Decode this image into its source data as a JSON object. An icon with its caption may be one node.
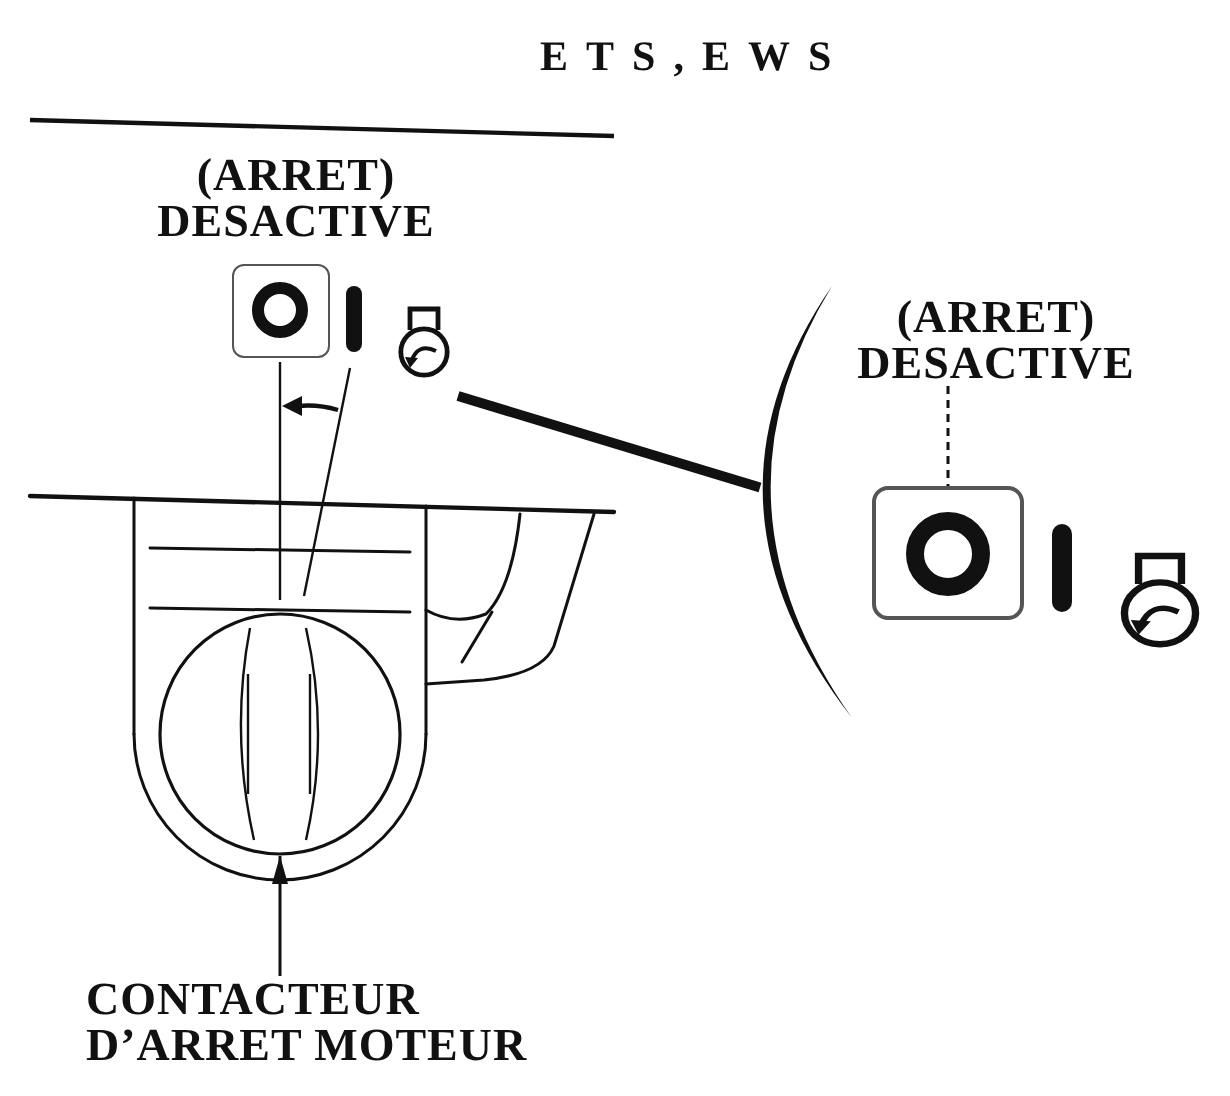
{
  "diagram": {
    "title": "ETS,EWS",
    "nodes": [
      {
        "text": [],
        "shape": "box"
      },
      {
        "text": [],
        "shape": "arc"
      },
      {
        "text": [
          "(ARRET) DESACTIVE"
        ]
      },
      {
        "text": [],
        "shape": "box"
      },
      {
        "text": [],
        "shape": "circle"
      },
      {
        "text": [
          "CONTACTEUR D’ARRET MOTEUR"
        ]
      }
    ],
    "edges": [
      {
        "from": null,
        "to": 1,
        "arrow": "none",
        "style": "thick"
      },
      {
        "from": 2,
        "to": 3,
        "arrow": "none",
        "style": "dashed"
      },
      {
        "from": 5,
        "to": 4,
        "arrow": "to"
      }
    ],
    "labels": [
      "(ARRET) DESACTIVE"
    ]
  }
}
